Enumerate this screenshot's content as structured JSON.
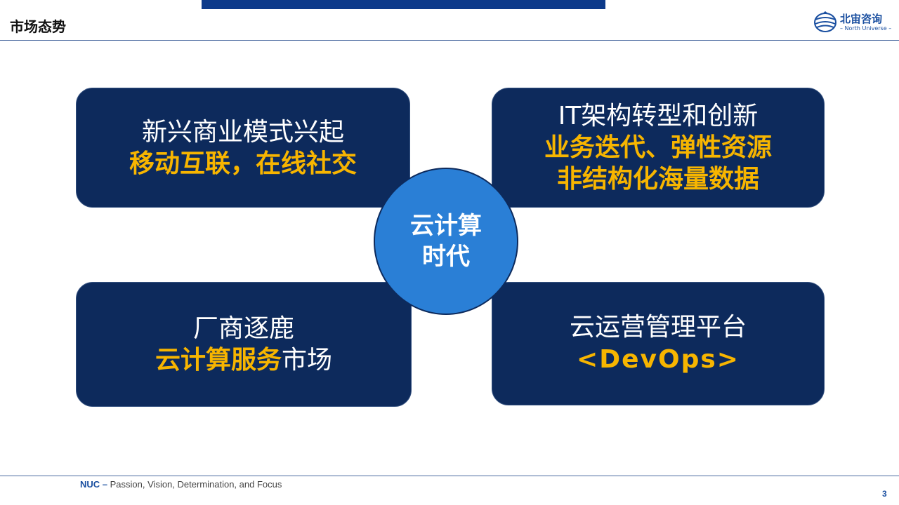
{
  "header": {
    "title": "市场态势",
    "logo_name": "北宙咨询",
    "logo_sub": "– North Universe –"
  },
  "cards": [
    {
      "lines": [
        "新兴商业模式兴起",
        "移动互联，在线社交"
      ]
    },
    {
      "lines": [
        "IT架构转型和创新",
        "业务迭代、弹性资源",
        "非结构化海量数据"
      ]
    },
    {
      "line1": "厂商逐鹿",
      "line2_gold": "云计算服务",
      "line2_white": "市场"
    },
    {
      "lines": [
        "云运营管理平台",
        "<DevOps>"
      ]
    }
  ],
  "center": {
    "line1": "云计算",
    "line2": "时代"
  },
  "footer": {
    "brand": "NUC –",
    "tagline": "Passion, Vision, Determination, and Focus",
    "page": "3"
  },
  "colors": {
    "accent_gold": "#f7b500",
    "card_bg": "#0d2a5c",
    "circle": "#2a7fd6",
    "brand_blue": "#1a4fa0"
  }
}
